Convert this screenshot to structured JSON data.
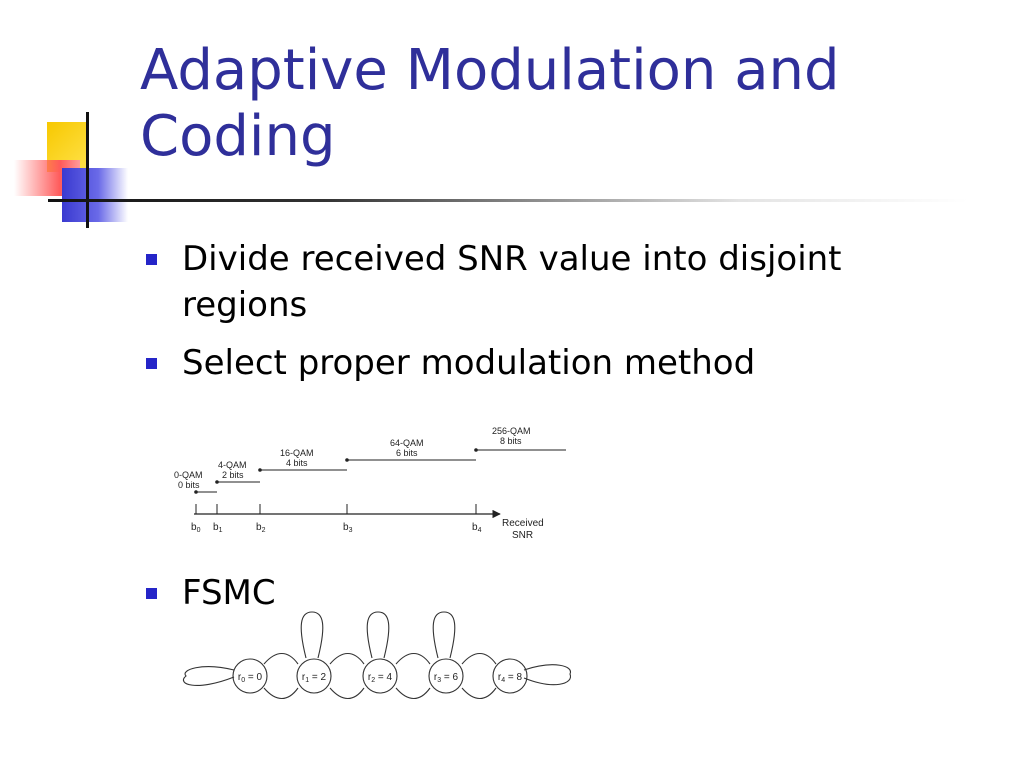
{
  "title": "Adaptive Modulation and Coding",
  "bullets": [
    "Divide received SNR value into disjoint regions",
    "Select proper modulation method",
    "FSMC"
  ],
  "snr_diagram": {
    "axis_label_1": "Received",
    "axis_label_2": "SNR",
    "thresholds": [
      {
        "base": "b",
        "sub": "0"
      },
      {
        "base": "b",
        "sub": "1"
      },
      {
        "base": "b",
        "sub": "2"
      },
      {
        "base": "b",
        "sub": "3"
      },
      {
        "base": "b",
        "sub": "4"
      }
    ],
    "regions": [
      {
        "name": "0-QAM",
        "bits": "0 bits"
      },
      {
        "name": "4-QAM",
        "bits": "2 bits"
      },
      {
        "name": "16-QAM",
        "bits": "4 bits"
      },
      {
        "name": "64-QAM",
        "bits": "6 bits"
      },
      {
        "name": "256-QAM",
        "bits": "8 bits"
      }
    ]
  },
  "fsmc": {
    "states": [
      {
        "sym": "r",
        "sub": "0",
        "eq": " = 0"
      },
      {
        "sym": "r",
        "sub": "1",
        "eq": " = 2"
      },
      {
        "sym": "r",
        "sub": "2",
        "eq": " = 4"
      },
      {
        "sym": "r",
        "sub": "3",
        "eq": " = 6"
      },
      {
        "sym": "r",
        "sub": "4",
        "eq": " = 8"
      }
    ]
  },
  "colors": {
    "title": "#2f2f9a",
    "bullet": "#2525c8"
  }
}
